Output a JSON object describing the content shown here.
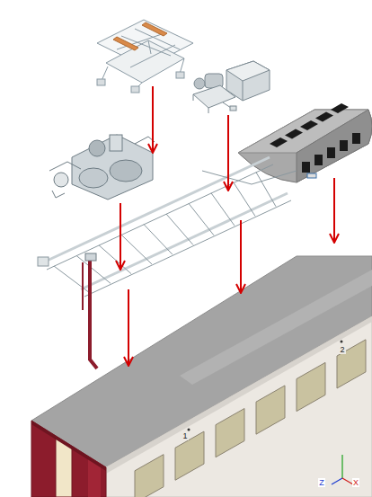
{
  "diagram": {
    "labels": [
      "2",
      "1",
      "Z",
      "X"
    ]
  }
}
